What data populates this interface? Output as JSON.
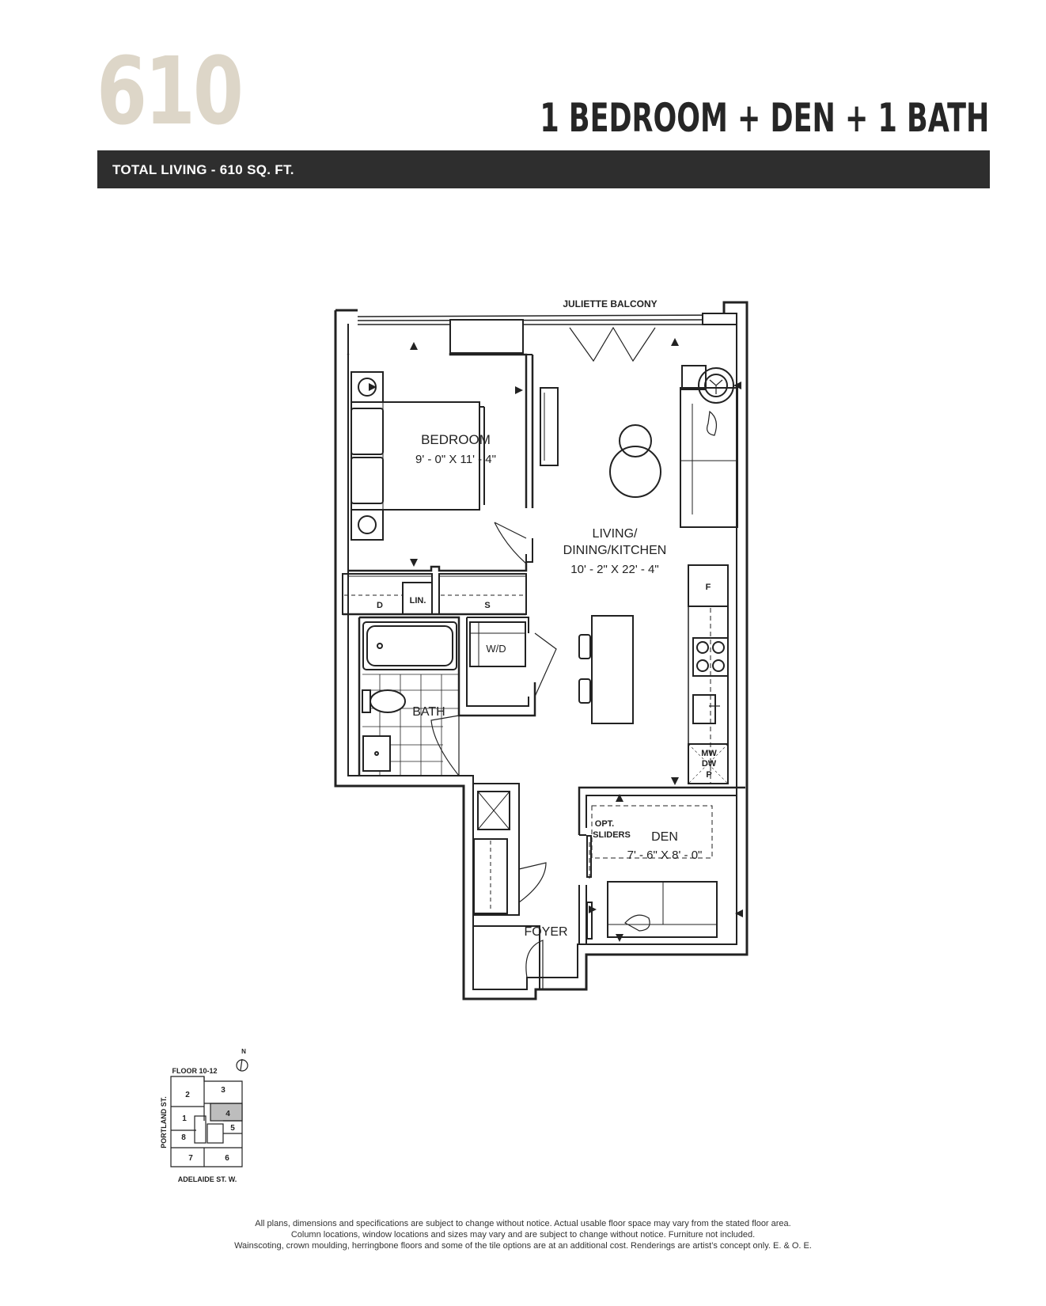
{
  "header": {
    "unit_number": "610",
    "unit_type": "1 BEDROOM + DEN + 1 BATH",
    "total_living": "TOTAL LIVING - 610 SQ. FT."
  },
  "plan": {
    "balcony": "JULIETTE BALCONY",
    "bedroom": {
      "name": "BEDROOM",
      "dims": "9' - 0\" X 11' - 4\""
    },
    "living": {
      "line1": "LIVING/",
      "line2": "DINING/KITCHEN",
      "dims": "10' - 2\" X 22' - 4\""
    },
    "den": {
      "name": "DEN",
      "dims": "7' - 6\" X 8' - 0\""
    },
    "bath": "BATH",
    "foyer": "FOYER",
    "opt_sliders": {
      "line1": "OPT.",
      "line2": "SLIDERS"
    },
    "closets": {
      "d": "D",
      "lin": "LIN.",
      "s": "S"
    },
    "laundry": "W/D",
    "appliances": {
      "fridge": "F",
      "mw": "MW",
      "dw": "DW",
      "p": "P"
    }
  },
  "key_plan": {
    "floor": "FLOOR 10-12",
    "street_west": "PORTLAND ST.",
    "street_south": "ADELAIDE ST. W.",
    "north": "N",
    "units": [
      "1",
      "2",
      "3",
      "4",
      "5",
      "6",
      "7",
      "8"
    ],
    "highlighted_unit": "4"
  },
  "disclaimer": [
    "All plans, dimensions and specifications are subject to change without notice. Actual usable floor space may vary from the stated floor area.",
    "Column locations, window locations and sizes may vary and are subject to change without notice. Furniture not included.",
    "Wainscoting, crown moulding, herringbone floors and some of the tile options are at an additional cost. Renderings are artist’s concept only. E. & O. E."
  ],
  "colors": {
    "unit_number": "#ddd6c8",
    "bar": "#2e2e2e",
    "line": "#222222",
    "highlight": "#bdbdbd"
  }
}
